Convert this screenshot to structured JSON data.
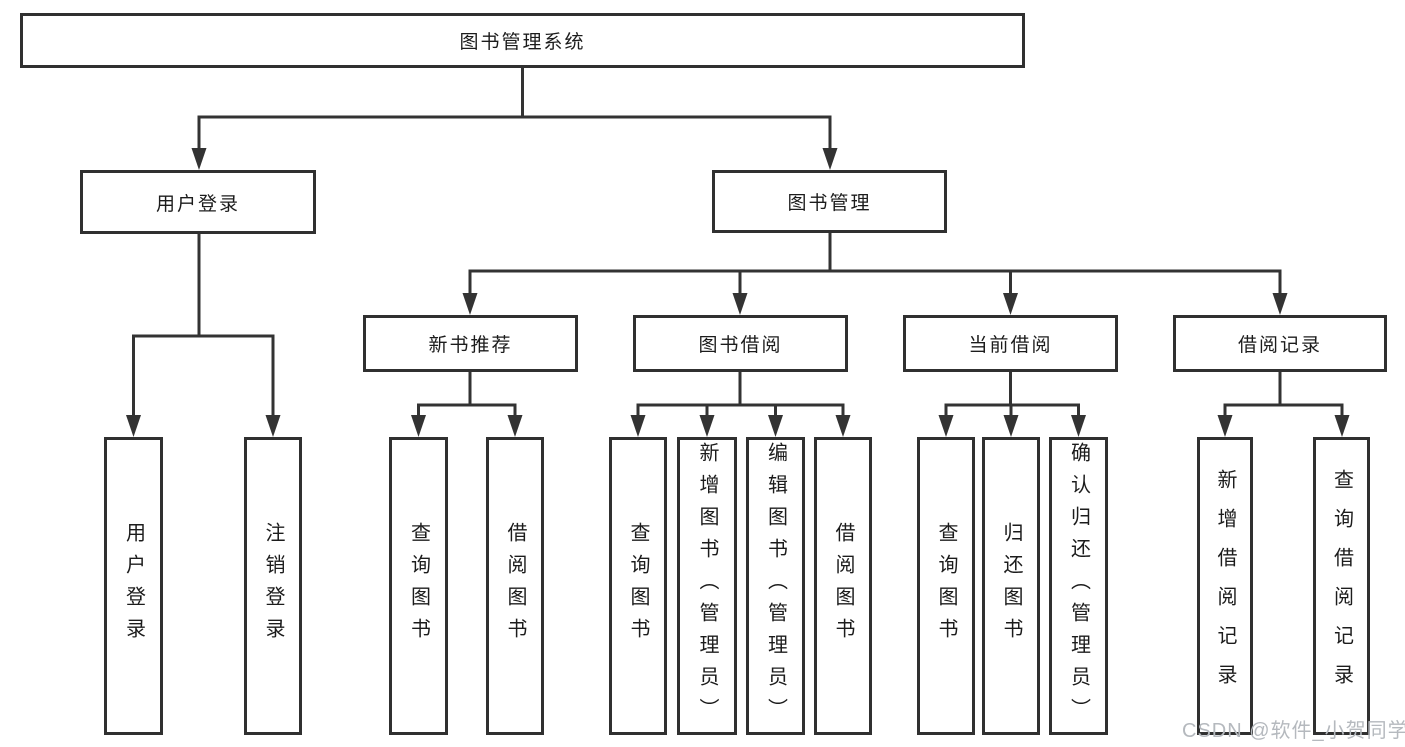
{
  "title": "图书管理系统",
  "tree": {
    "root": {
      "label": "图书管理系统"
    },
    "branches": [
      {
        "label": "用户登录",
        "leaves": [
          {
            "label": "用户登录"
          },
          {
            "label": "注销登录"
          }
        ]
      },
      {
        "label": "图书管理",
        "groups": [
          {
            "label": "新书推荐",
            "leaves": [
              {
                "label": "查询图书"
              },
              {
                "label": "借阅图书"
              }
            ]
          },
          {
            "label": "图书借阅",
            "leaves": [
              {
                "label": "查询图书"
              },
              {
                "label": "新增图书（管理员）"
              },
              {
                "label": "编辑图书（管理员）"
              },
              {
                "label": "借阅图书"
              }
            ]
          },
          {
            "label": "当前借阅",
            "leaves": [
              {
                "label": "查询图书"
              },
              {
                "label": "归还图书"
              },
              {
                "label": "确认归还（管理员）"
              }
            ]
          },
          {
            "label": "借阅记录",
            "leaves": [
              {
                "label": "新增借阅记录"
              },
              {
                "label": "查询借阅记录"
              }
            ]
          }
        ]
      }
    ]
  },
  "watermark": "CSDN @软件_小贺同学",
  "colors": {
    "line": "#333333",
    "box_border": "#303030",
    "text": "#1c1c1c",
    "watermark": "#b5b9be",
    "background": "#ffffff"
  }
}
